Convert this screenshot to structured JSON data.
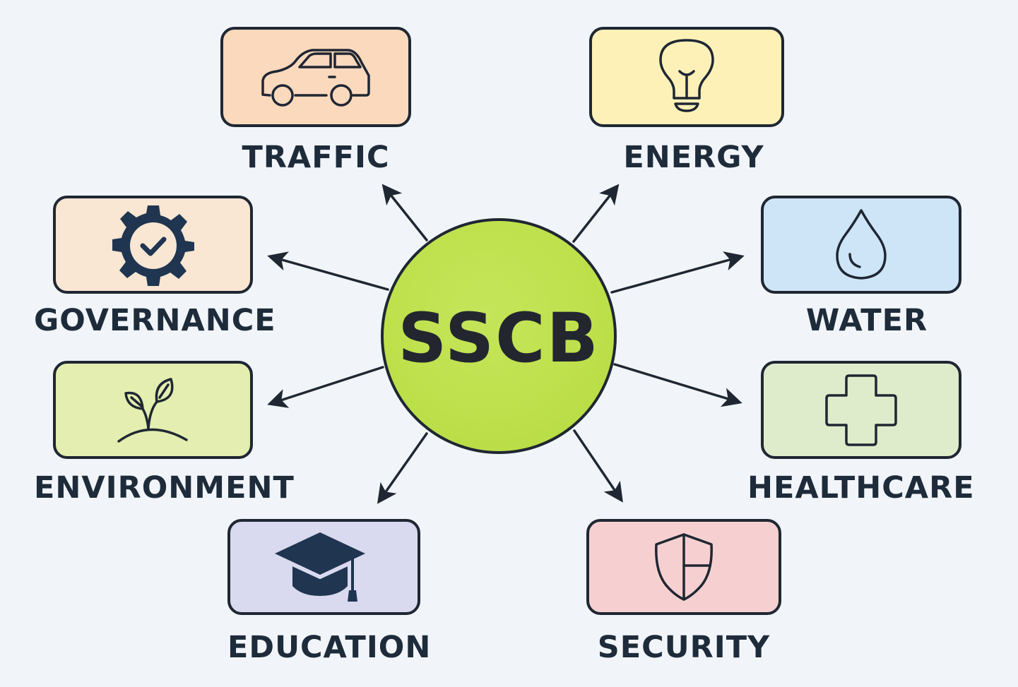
{
  "hub": {
    "label": "SSCB",
    "color": "#bde04a"
  },
  "nodes": {
    "traffic": {
      "label": "TRAFFIC",
      "icon": "car-icon",
      "color": "#fbd9bd"
    },
    "energy": {
      "label": "ENERGY",
      "icon": "lightbulb-icon",
      "color": "#fdf1b8"
    },
    "governance": {
      "label": "GOVERNANCE",
      "icon": "gear-check-icon",
      "color": "#f9e6d3"
    },
    "water": {
      "label": "WATER",
      "icon": "water-drop-icon",
      "color": "#cde5f6"
    },
    "environment": {
      "label": "ENVIRONMENT",
      "icon": "sprout-icon",
      "color": "#e3eeb0"
    },
    "healthcare": {
      "label": "HEALTHCARE",
      "icon": "medical-cross-icon",
      "color": "#dfeccb"
    },
    "education": {
      "label": "EDUCATION",
      "icon": "graduation-cap-icon",
      "color": "#d9d9ef"
    },
    "security": {
      "label": "SECURITY",
      "icon": "shield-icon",
      "color": "#f6d0d0"
    }
  },
  "colors": {
    "background": "#f1f5f9",
    "stroke": "#1f2733",
    "text": "#1e2b3a"
  }
}
